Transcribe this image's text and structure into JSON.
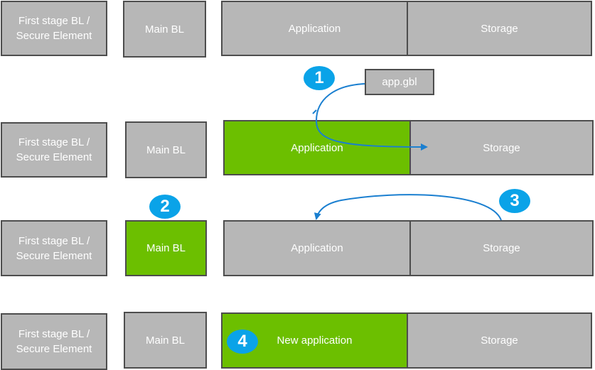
{
  "labels": {
    "first_stage": "First stage BL /",
    "secure_element": "Secure Element",
    "main_bl": "Main BL",
    "application": "Application",
    "new_application": "New application",
    "storage": "Storage",
    "app_file": "app.gbl"
  },
  "steps": [
    "1",
    "2",
    "3",
    "4"
  ],
  "colors": {
    "box_gray": "#b7b7b7",
    "highlight_green": "#6cbf00",
    "badge_blue": "#0aa3e8",
    "arrow_blue": "#1a7fd0",
    "border": "#4d4d4d"
  }
}
